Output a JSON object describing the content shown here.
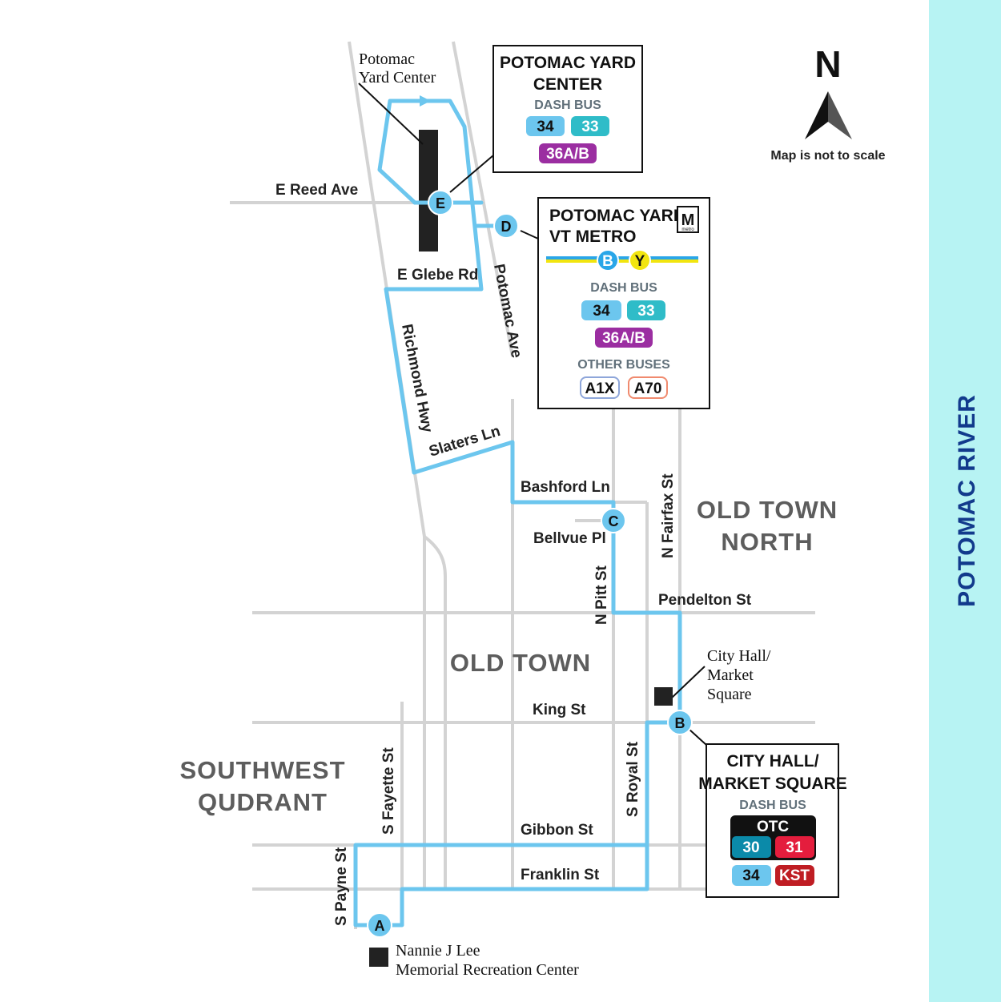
{
  "compass": {
    "letter": "N",
    "note": "Map is not to scale"
  },
  "river": {
    "label": "POTOMAC RIVER",
    "color": "#b7f3f3"
  },
  "colors": {
    "route": "#6cc6ee",
    "street": "#d3d3d3",
    "badge_34": "#6cc6ee",
    "badge_33": "#2fbcc8",
    "badge_36": "#9b2ea1",
    "badge_30": "#0b8aa9",
    "badge_31": "#e41d3d",
    "badge_kst": "#bf1d23",
    "badge_otc": "#111111",
    "line_blue": "#2aa6e8",
    "line_yellow": "#f2e50f"
  },
  "districts": {
    "old_town_north": [
      "OLD TOWN",
      "NORTH"
    ],
    "old_town": "OLD TOWN",
    "southwest": [
      "SOUTHWEST",
      "QUDRANT"
    ]
  },
  "streets": {
    "e_reed_ave": "E Reed Ave",
    "e_glebe_rd": "E Glebe Rd",
    "potomac_ave": "Potomac Ave",
    "richmond_hwy": "Richmond Hwy",
    "slaters_ln": "Slaters Ln",
    "bashford_ln": "Bashford Ln",
    "bellvue_pl": "Bellvue Pl",
    "n_pitt_st": "N Pitt St",
    "n_fairfax_st": "N Fairfax St",
    "pendelton_st": "Pendelton St",
    "king_st": "King St",
    "s_royal_st": "S Royal St",
    "s_fayette_st": "S Fayette St",
    "gibbon_st": "Gibbon St",
    "franklin_st": "Franklin St",
    "s_payne_st": "S Payne St"
  },
  "places": {
    "potomac_yard_center": [
      "Potomac",
      "Yard Center"
    ],
    "city_hall": [
      "City Hall/",
      "Market",
      "Square"
    ],
    "nannie_lee": [
      "Nannie J Lee",
      "Memorial Recreation Center"
    ]
  },
  "stops": {
    "a": "A",
    "b": "B",
    "c": "C",
    "d": "D",
    "e": "E"
  },
  "boxes": {
    "yard_center": {
      "title": [
        "POTOMAC YARD",
        "CENTER"
      ],
      "dash_label": "DASH BUS",
      "badges": [
        "34",
        "33",
        "36A/B"
      ]
    },
    "vt_metro": {
      "title": [
        "POTOMAC YARD –",
        "VT METRO"
      ],
      "metro_icon": "M",
      "metro_word": "metro",
      "lines": [
        "B",
        "Y"
      ],
      "dash_label": "DASH BUS",
      "badges": [
        "34",
        "33",
        "36A/B"
      ],
      "other_label": "OTHER BUSES",
      "other_badges": [
        "A1X",
        "A70"
      ]
    },
    "city_hall": {
      "title": [
        "CITY HALL/",
        "MARKET SQUARE"
      ],
      "dash_label": "DASH BUS",
      "otc": "OTC",
      "badges": [
        "30",
        "31",
        "34",
        "KST"
      ]
    }
  }
}
